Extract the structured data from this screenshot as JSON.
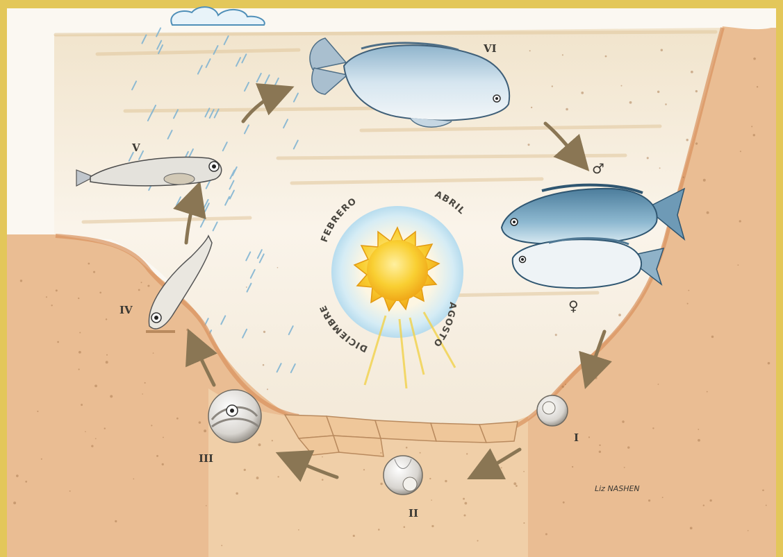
{
  "stage_labels": {
    "egg_1": "I",
    "egg_2": "II",
    "egg_3": "III",
    "hatchling": "IV",
    "juvenile": "V",
    "adult": "VI"
  },
  "months": {
    "february": "FEBRERO",
    "april": "ABRIL",
    "december": "DICIEMBRE",
    "august": "AGOSTO"
  },
  "sex_symbols": {
    "male": "♂",
    "female": "♀"
  },
  "signature": "Liz NASHEN",
  "colors": {
    "frame": "#e3c75a",
    "water": "#f6efe2",
    "mud": "#e8b78a",
    "mud_dark": "#cf8f5d",
    "sun": "#f7c52a",
    "halo": "#bfe0ef",
    "fish": "#c9dcea",
    "fish_dark": "#5f8da9",
    "arrow": "#8a7654",
    "rain": "#7cb2d2"
  }
}
